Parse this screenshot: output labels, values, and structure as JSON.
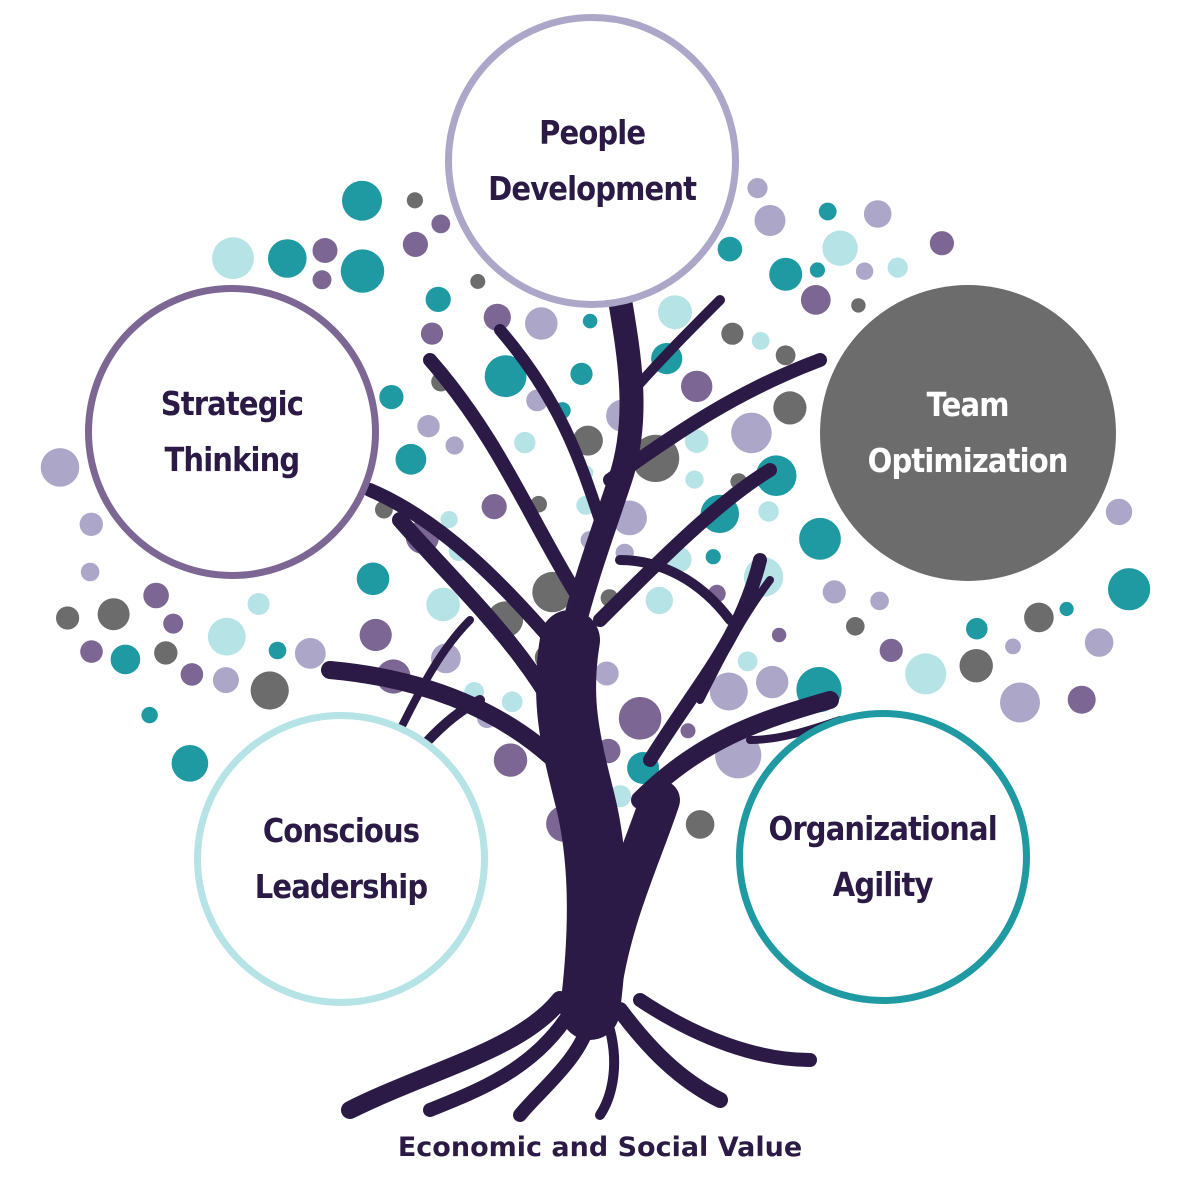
{
  "colors": {
    "trunk": "#2b1a45",
    "text": "#2b1a45",
    "team_fill": "#6c6c6c",
    "team_text": "#ffffff",
    "people_ring": "#aca7c9",
    "strategic_ring": "#7c6794",
    "conscious_ring": "#b5e3e6",
    "agility_ring": "#1f9aa3",
    "dot_palette": [
      "#7c6794",
      "#aca7c9",
      "#1f9aa3",
      "#b5e3e6",
      "#6c6c6c"
    ]
  },
  "nodes": {
    "people": "People\nDevelopment",
    "strategic": "Strategic\nThinking",
    "team": "Team\nOptimization",
    "conscious": "Conscious\nLeadership",
    "agility": "Organizational\nAgility"
  },
  "footer": "Economic and Social Value"
}
